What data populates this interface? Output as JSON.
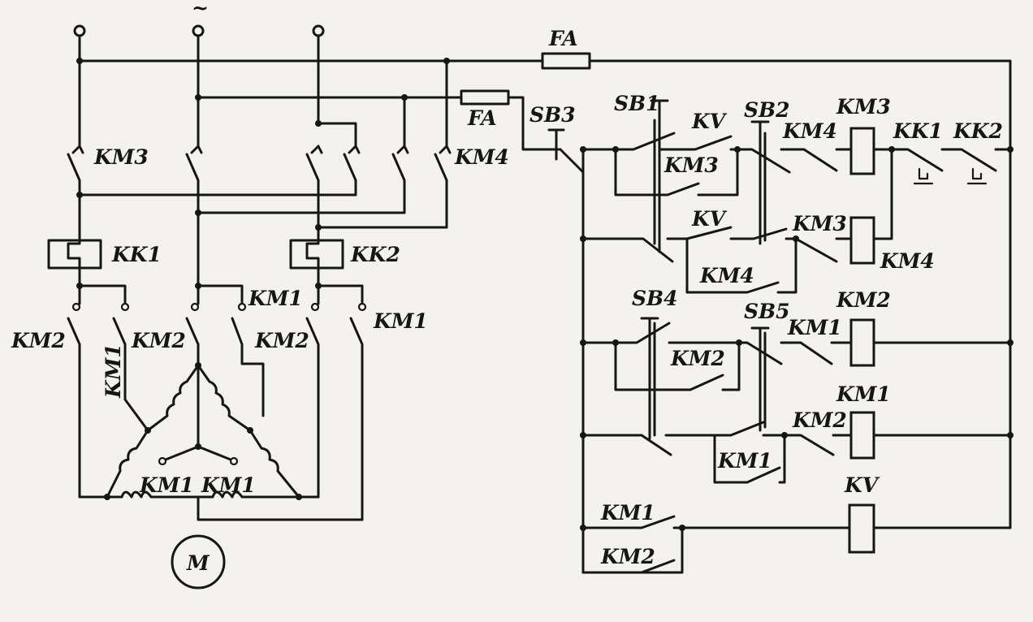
{
  "supply": {
    "ac_symbol": "~"
  },
  "motor": {
    "label": "M"
  },
  "labels": {
    "fa_main": "FA",
    "fa_ctrl": "FA",
    "km3_power": "KM3",
    "km4_power": "KM4",
    "kk1_power": "KK1",
    "kk2_power": "KK2",
    "km2_left": "KM2",
    "km1_vert": "KM1",
    "km2_mid": "KM2",
    "km1_mid_top": "KM1",
    "km2_right": "KM2",
    "km1_right": "KM1",
    "km1_delta_left": "KM1",
    "km1_delta_right": "KM1",
    "sb3": "SB3",
    "sb1": "SB1",
    "kv_r1": "KV",
    "sb2": "SB2",
    "km4_r1": "KM4",
    "km3_coil": "KM3",
    "kk1_ctrl": "KK1",
    "kk2_ctrl": "KK2",
    "km3_hold": "KM3",
    "kv_r2": "KV",
    "km3_r2": "KM3",
    "km4_coil": "KM4",
    "km4_hold": "KM4",
    "sb4": "SB4",
    "sb5": "SB5",
    "km1_r3": "KM1",
    "km2_coil": "KM2",
    "km2_hold": "KM2",
    "km1_coil": "KM1",
    "km2_r4": "KM2",
    "km1_hold": "KM1",
    "km1_kv": "KM1",
    "km2_kv": "KM2",
    "kv_coil": "KV"
  }
}
